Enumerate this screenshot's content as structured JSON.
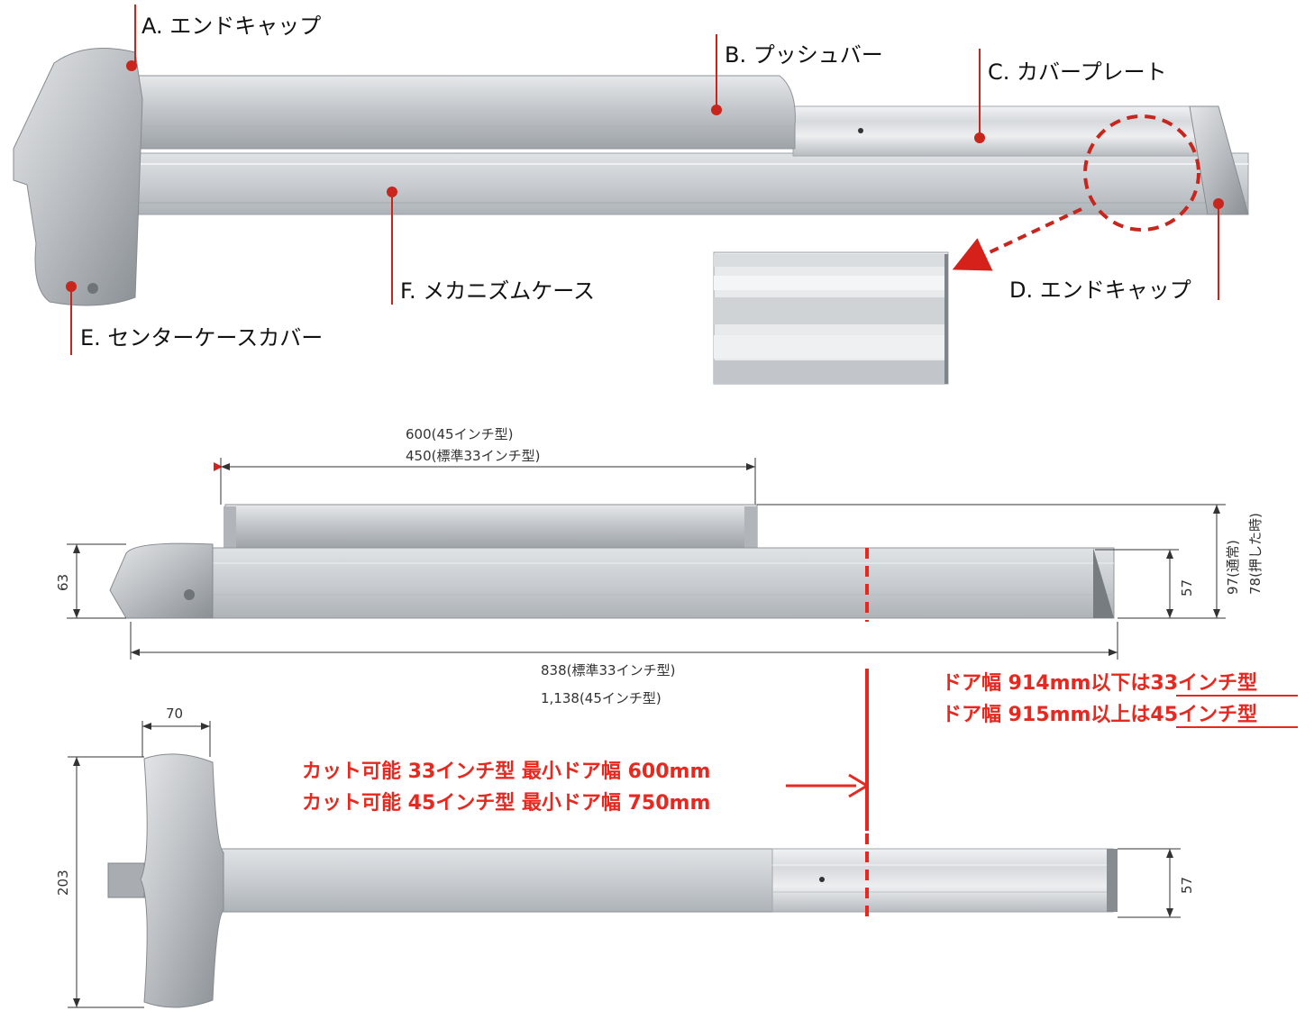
{
  "colors": {
    "accent": "#e8281e",
    "metal": "#c8ccd0",
    "metal_dark": "#8d9298",
    "line": "#333333"
  },
  "parts": {
    "a": "A. エンドキャップ",
    "b": "B. プッシュバー",
    "c": "C. カバープレート",
    "d": "D. エンドキャップ",
    "e": "E. センターケースカバー",
    "f": "F. メカニズムケース"
  },
  "dimensions": {
    "bar_len_45": "600(45インチ型)",
    "bar_len_std": "450(標準33インチ型)",
    "height_63": "63",
    "height_57": "57",
    "height_97": "97(通常)",
    "height_78": "78(押した時)",
    "total_std": "838(標準33インチ型)",
    "total_45": "1,138(45インチ型)",
    "width_70": "70",
    "height_203": "203",
    "top_57": "57"
  },
  "notes": {
    "door_914": "ドア幅 914mm以下は33インチ型",
    "door_915": "ドア幅 915mm以上は45インチ型",
    "cut_33": "カット可能 33インチ型 最小ドア幅 600mm",
    "cut_45": "カット可能 45インチ型 最小ドア幅 750mm"
  }
}
